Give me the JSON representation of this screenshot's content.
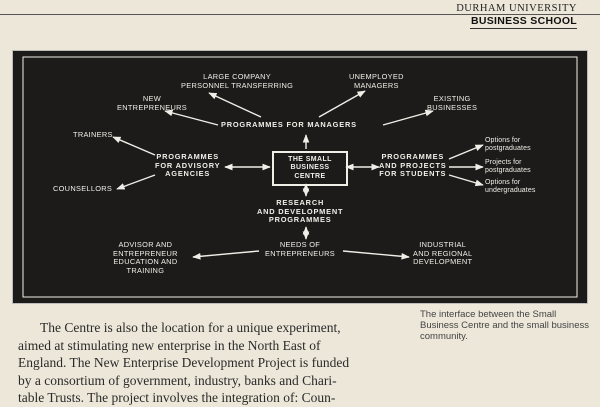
{
  "header": {
    "line1": "DURHAM UNIVERSITY",
    "line2": "BUSINESS SCHOOL"
  },
  "diagram": {
    "centre": "THE SMALL\nBUSINESS\nCENTRE",
    "large_company": "LARGE COMPANY\nPERSONNEL TRANSFERRING",
    "unemployed": "UNEMPLOYED\nMANAGERS",
    "new_entrepreneurs": "NEW\nENTREPRENEURS",
    "existing_businesses": "EXISTING\nBUSINESSES",
    "programmes_managers": "PROGRAMMES FOR MANAGERS",
    "trainers": "TRAINERS",
    "counsellors": "COUNSELLORS",
    "advisory": "PROGRAMMES\nFOR ADVISORY\nAGENCIES",
    "students": "PROGRAMMES\nAND PROJECTS\nFOR STUDENTS",
    "opt_postgrad": "Options for\npostgraduates",
    "proj_postgrad": "Projects for\npostgraduates",
    "opt_undergrad": "Options for\nundergraduates",
    "research": "RESEARCH\nAND DEVELOPMENT\nPROGRAMMES",
    "needs": "NEEDS OF\nENTREPRENEURS",
    "advisor_training": "ADVISOR AND\nENTREPRENEUR\nEDUCATION AND\nTRAINING",
    "industrial": "INDUSTRIAL\nAND REGIONAL\nDEVELOPMENT"
  },
  "caption": "The interface between the Small Business Centre and the small business community.",
  "body": {
    "line1": "The Centre is also the location for a unique experiment,",
    "line2": "aimed at stimulating new enterprise in the North East of",
    "line3": "England. The New Enterprise Development Project is funded",
    "line4": "by a consortium of government, industry, banks and Chari-",
    "line5": "table Trusts. The project involves the integration of: Coun-"
  }
}
